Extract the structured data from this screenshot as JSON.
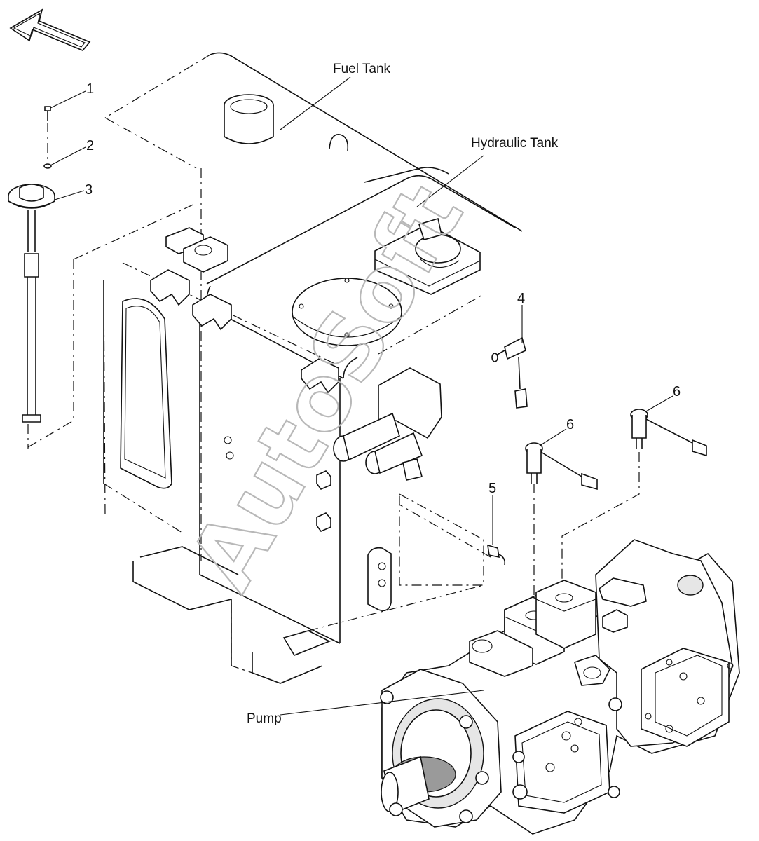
{
  "labels": {
    "fuel_tank": "Fuel Tank",
    "hydraulic_tank": "Hydraulic Tank",
    "pump": "Pump"
  },
  "callouts": [
    "1",
    "2",
    "3",
    "4",
    "5",
    "6",
    "6"
  ],
  "watermark": "AutoSoft",
  "colors": {
    "line": "#111111",
    "background": "#ffffff",
    "watermark": "#b8b8b8"
  },
  "icons": {
    "direction_arrow": "front-direction-arrow-icon"
  }
}
